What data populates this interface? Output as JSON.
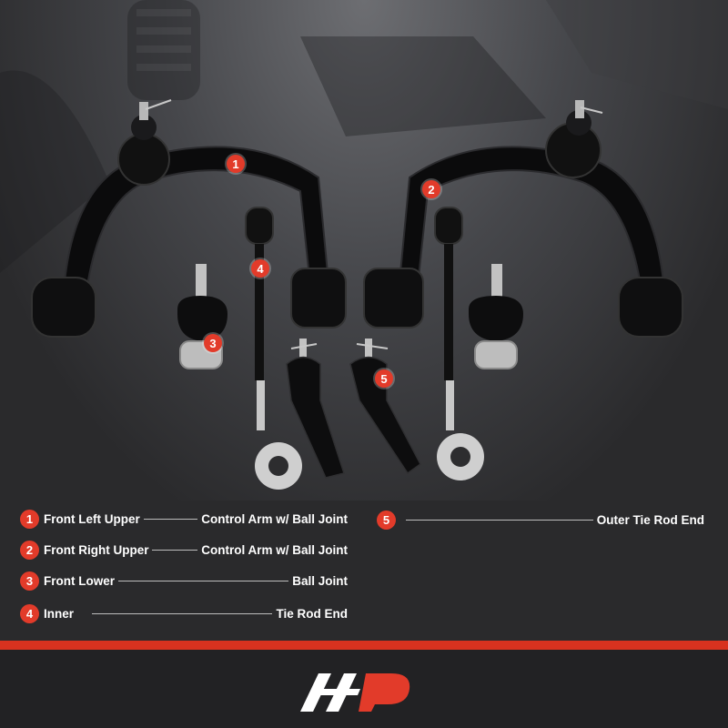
{
  "colors": {
    "accent": "#e23b2a",
    "stripe": "#d8321f",
    "background": "#2a2a2c",
    "text": "#ffffff"
  },
  "callouts": [
    "1",
    "2",
    "3",
    "4",
    "5"
  ],
  "legend": [
    {
      "number": "1",
      "left": "Front Left Upper",
      "right": "Control Arm w/ Ball Joint"
    },
    {
      "number": "2",
      "left": "Front Right Upper",
      "right": "Control Arm w/ Ball Joint"
    },
    {
      "number": "3",
      "left": "Front Lower",
      "right": "Ball Joint"
    },
    {
      "number": "4",
      "left": "Inner",
      "right": "Tie Rod End"
    },
    {
      "number": "5",
      "left": "",
      "right": "Outer Tie Rod End"
    }
  ],
  "logo": {
    "icon": "a-premium-logo-icon"
  }
}
